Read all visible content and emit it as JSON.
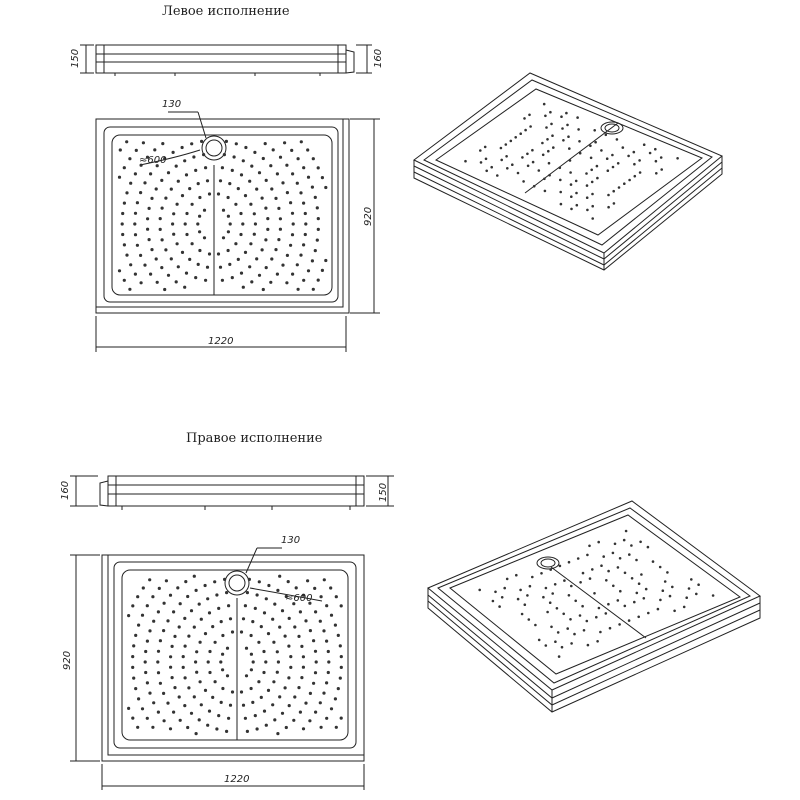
{
  "sections": [
    {
      "title": "Левое исполнение",
      "dims": {
        "side_height_left": "150",
        "side_height_right": "160",
        "drain_diameter": "130",
        "pattern_radius": "≈600",
        "depth": "920",
        "width": "1220"
      }
    },
    {
      "title": "Правое исполнение",
      "dims": {
        "side_height_left": "160",
        "side_height_right": "150",
        "drain_diameter": "130",
        "pattern_radius": "≈600",
        "depth": "920",
        "width": "1220"
      }
    }
  ],
  "colors": {
    "line": "#222222",
    "dot": "#333333",
    "background": "#ffffff"
  }
}
